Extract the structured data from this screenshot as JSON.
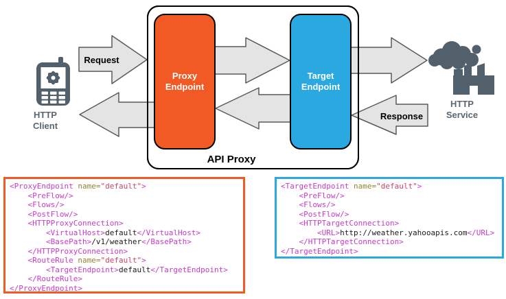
{
  "diagram": {
    "http_client": {
      "label": "HTTP\nClient"
    },
    "http_service": {
      "label": "HTTP\nService"
    },
    "api_proxy_label": "API Proxy",
    "proxy_endpoint_label": "Proxy\nEndpoint",
    "target_endpoint_label": "Target\nEndpoint",
    "request_label": "Request",
    "response_label": "Response"
  },
  "colors": {
    "proxy_endpoint": "#F15A24",
    "target_endpoint": "#29A9DF",
    "arrow_fill": "#E4E4E5",
    "arrow_stroke": "#58595B",
    "icon_slate": "#51606B",
    "label_gray": "#5A6770",
    "code_tag": "#C73BC7",
    "code_attr_name": "#93862C",
    "code_attr_value": "#CC4466",
    "code_text": "#1A1A1A"
  },
  "code_panels": [
    {
      "name": "proxy-endpoint-xml",
      "border_color": "#F15A24",
      "lines": [
        [
          {
            "c": "tag",
            "t": "<ProxyEndpoint"
          },
          {
            "c": "attr",
            "t": " name="
          },
          {
            "c": "val",
            "t": "\"default\""
          },
          {
            "c": "tag",
            "t": ">"
          }
        ],
        [
          {
            "c": "tag",
            "t": "    <PreFlow/>"
          }
        ],
        [
          {
            "c": "tag",
            "t": "    <Flows/>"
          }
        ],
        [
          {
            "c": "tag",
            "t": "    <PostFlow/>"
          }
        ],
        [
          {
            "c": "tag",
            "t": "    <HTTPProxyConnection>"
          }
        ],
        [
          {
            "c": "tag",
            "t": "        <VirtualHost>"
          },
          {
            "c": "text",
            "t": "default"
          },
          {
            "c": "tag",
            "t": "</VirtualHost>"
          }
        ],
        [
          {
            "c": "tag",
            "t": "        <BasePath>"
          },
          {
            "c": "text",
            "t": "/v1/weather"
          },
          {
            "c": "tag",
            "t": "</BasePath>"
          }
        ],
        [
          {
            "c": "tag",
            "t": "    </HTTPProxyConnection>"
          }
        ],
        [
          {
            "c": "tag",
            "t": "    <RouteRule"
          },
          {
            "c": "attr",
            "t": " name="
          },
          {
            "c": "val",
            "t": "\"default\""
          },
          {
            "c": "tag",
            "t": ">"
          }
        ],
        [
          {
            "c": "tag",
            "t": "        <TargetEndpoint>"
          },
          {
            "c": "text",
            "t": "default"
          },
          {
            "c": "tag",
            "t": "</TargetEndpoint>"
          }
        ],
        [
          {
            "c": "tag",
            "t": "    </RouteRule>"
          }
        ],
        [
          {
            "c": "tag",
            "t": "</ProxyEndpoint>"
          }
        ]
      ]
    },
    {
      "name": "target-endpoint-xml",
      "border_color": "#29A9DF",
      "lines": [
        [
          {
            "c": "tag",
            "t": "<TargetEndpoint"
          },
          {
            "c": "attr",
            "t": " name="
          },
          {
            "c": "val",
            "t": "\"default\""
          },
          {
            "c": "tag",
            "t": ">"
          }
        ],
        [
          {
            "c": "tag",
            "t": "    <PreFlow/>"
          }
        ],
        [
          {
            "c": "tag",
            "t": "    <Flows/>"
          }
        ],
        [
          {
            "c": "tag",
            "t": "    <PostFlow/>"
          }
        ],
        [
          {
            "c": "tag",
            "t": "    <HTTPTargetConnection>"
          }
        ],
        [
          {
            "c": "tag",
            "t": "        <URL>"
          },
          {
            "c": "text",
            "t": "http://weather.yahooapis.com"
          },
          {
            "c": "tag",
            "t": "</URL>"
          }
        ],
        [
          {
            "c": "tag",
            "t": "    </HTTPTargetConnection>"
          }
        ],
        [
          {
            "c": "tag",
            "t": "</TargetEndpoint>"
          }
        ]
      ]
    }
  ]
}
